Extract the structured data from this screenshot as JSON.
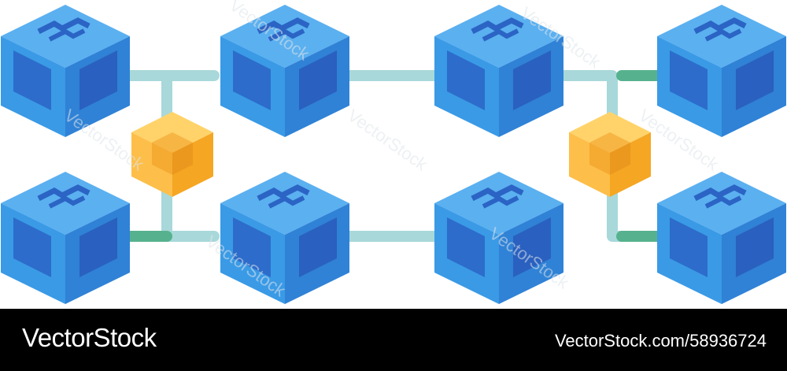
{
  "footer": {
    "brand": "VectorStock",
    "image_id": "VectorStock.com/58936724"
  },
  "watermark": {
    "text": "VectorStock"
  },
  "colors": {
    "cube_top": "#5bb0f0",
    "cube_left": "#3a9ae6",
    "cube_right": "#2f82d6",
    "cube_window": "#2b64c4",
    "connector_light": "#a8d8da",
    "connector_dark": "#56b28e",
    "hub_top": "#ffd36a",
    "hub_left": "#fdbf4a",
    "hub_right": "#f5a623",
    "background": "#ffffff",
    "footer_bg": "#000000"
  },
  "icons": {
    "block_glyph": "blockchain-chain-glyph"
  }
}
